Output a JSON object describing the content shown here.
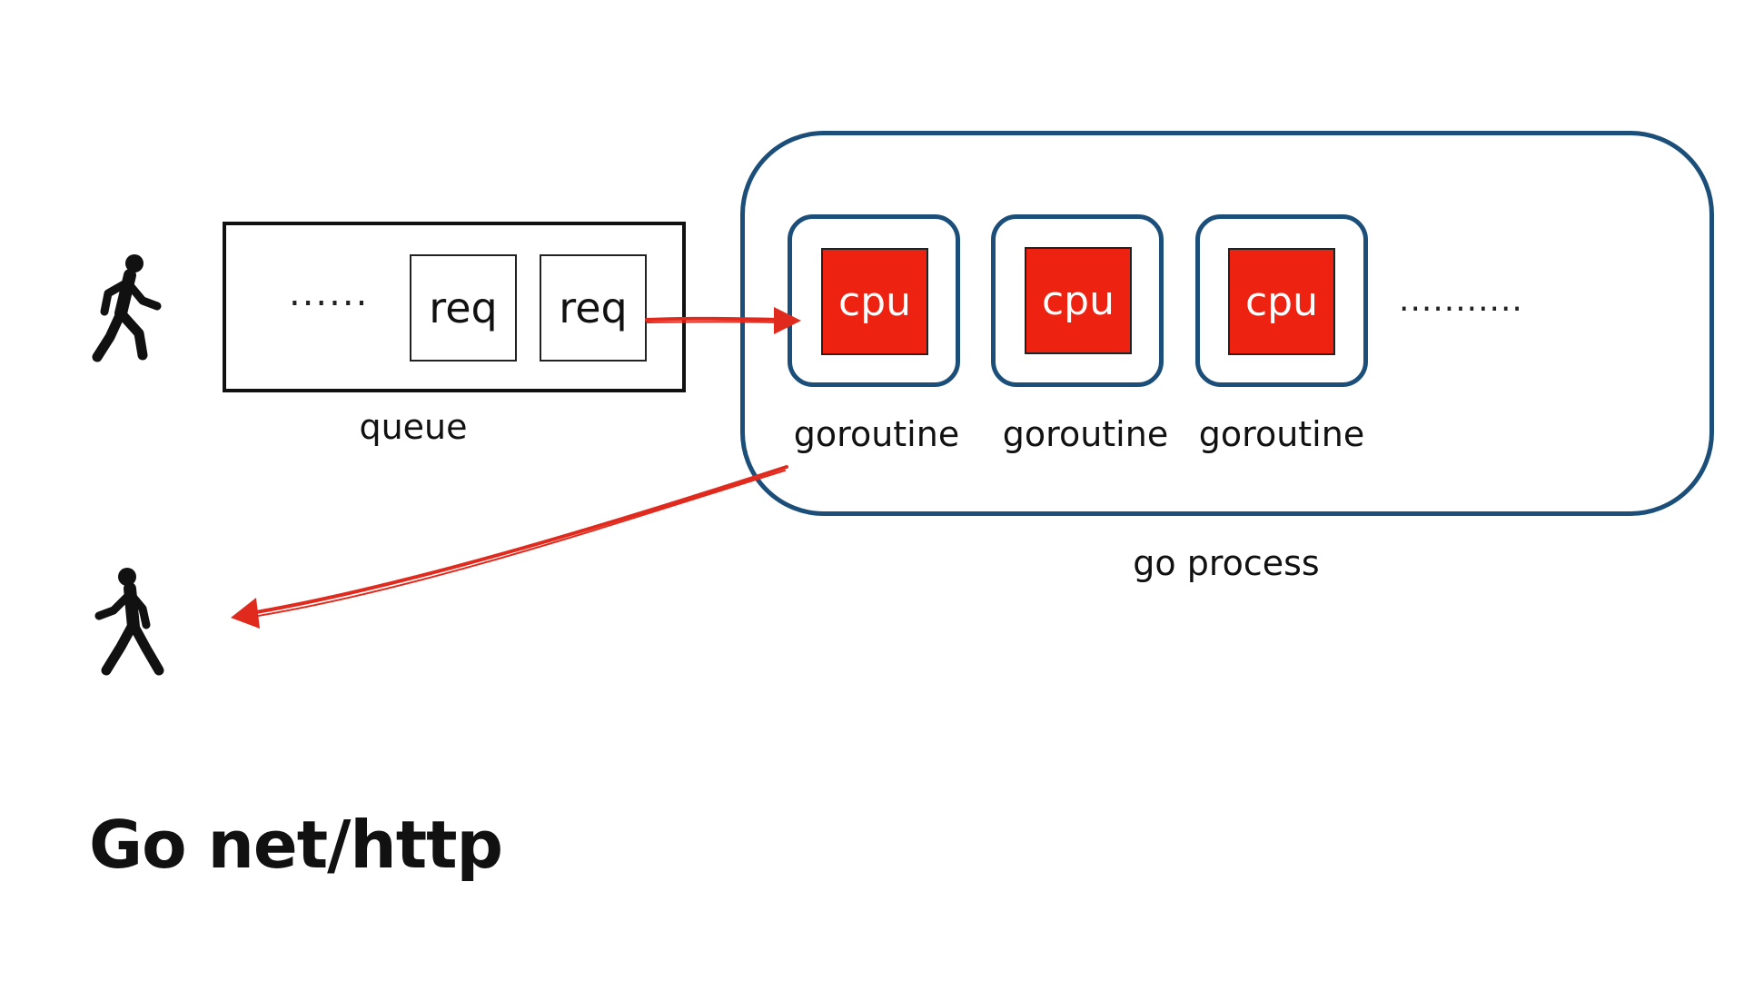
{
  "title": "Go net/http",
  "queue": {
    "label": "queue",
    "dots": "......",
    "items": [
      "req",
      "req"
    ]
  },
  "process": {
    "label": "go process",
    "dots": "...........",
    "goroutines": [
      {
        "cpu": "cpu",
        "label": "goroutine"
      },
      {
        "cpu": "cpu",
        "label": "goroutine"
      },
      {
        "cpu": "cpu",
        "label": "goroutine"
      }
    ]
  },
  "icons": {
    "incoming_client": "walking-person-icon",
    "outgoing_client": "walking-person-icon"
  },
  "colors": {
    "process_border": "#1b4f7a",
    "cpu_fill": "#ee2211",
    "arrow": "#e02a1e",
    "queue_border": "#111111"
  }
}
